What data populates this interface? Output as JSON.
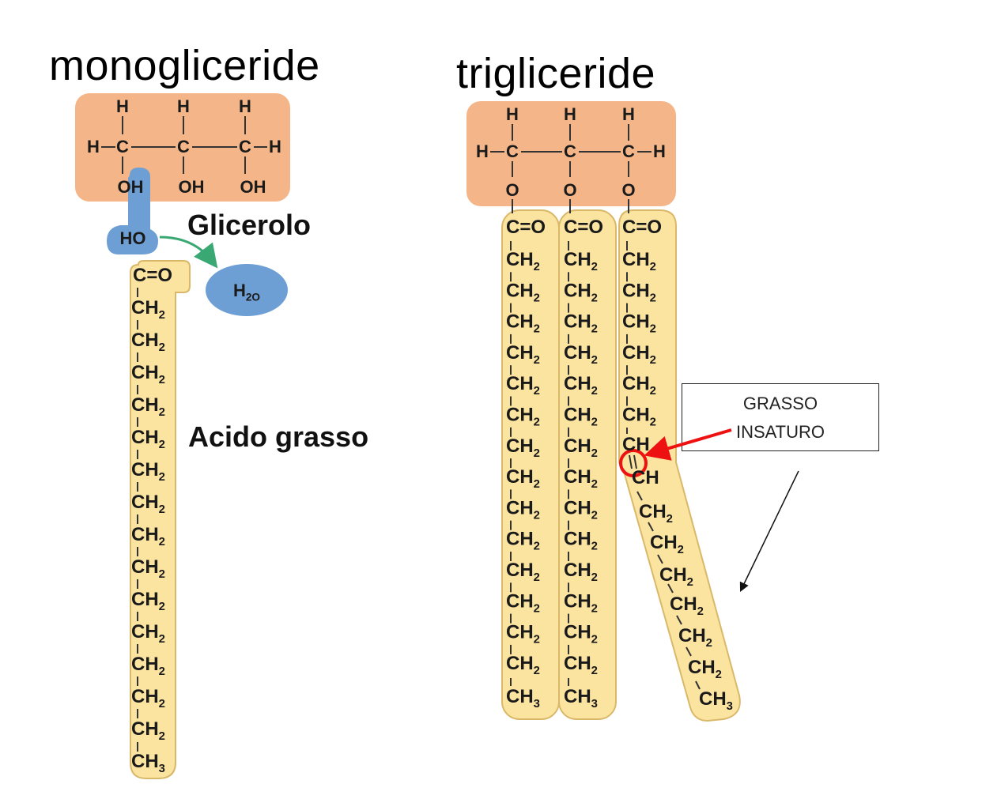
{
  "titles": {
    "monoglyceride": "monogliceride",
    "triglyceride": "trigliceride"
  },
  "labels": {
    "glycerol": "Glicerolo",
    "fatty_acid": "Acido grasso",
    "water": "H",
    "water_sub": "2",
    "water_o": "O"
  },
  "annotation": {
    "line1": "GRASSO",
    "line2": "INSATURO"
  },
  "atoms": {
    "H": "H",
    "C": "C",
    "O": "O",
    "OH": "OH",
    "HO": "HO",
    "CO": "C=O",
    "CH2": "CH",
    "CH2_sub": "2",
    "CH3": "CH",
    "CH3_sub": "3",
    "CH": "CH"
  },
  "colors": {
    "glycerol_box": "#f4b688",
    "chain_fill": "#fbe3a0",
    "chain_stroke": "#d9b969",
    "blue": "#6d9fd4",
    "green_arrow": "#3aa872",
    "red": "#ee1111"
  }
}
